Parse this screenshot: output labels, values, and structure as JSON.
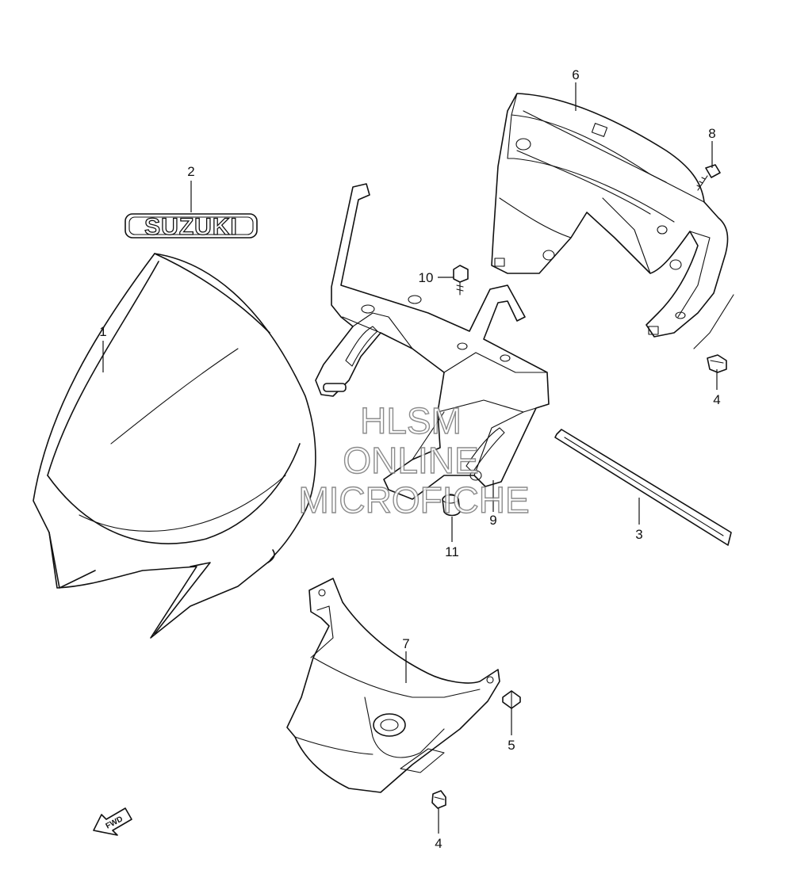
{
  "diagram": {
    "logo_text": "SUZUKI",
    "fwd_label": "FWD",
    "watermark": [
      "HLSM",
      "ONLINE",
      "MICROFICHE"
    ],
    "callouts": {
      "p1": "1",
      "p2": "2",
      "p3": "3",
      "p4a": "4",
      "p4b": "4",
      "p5": "5",
      "p6": "6",
      "p7": "7",
      "p8": "8",
      "p9": "9",
      "p10": "10",
      "p11": "11"
    }
  }
}
